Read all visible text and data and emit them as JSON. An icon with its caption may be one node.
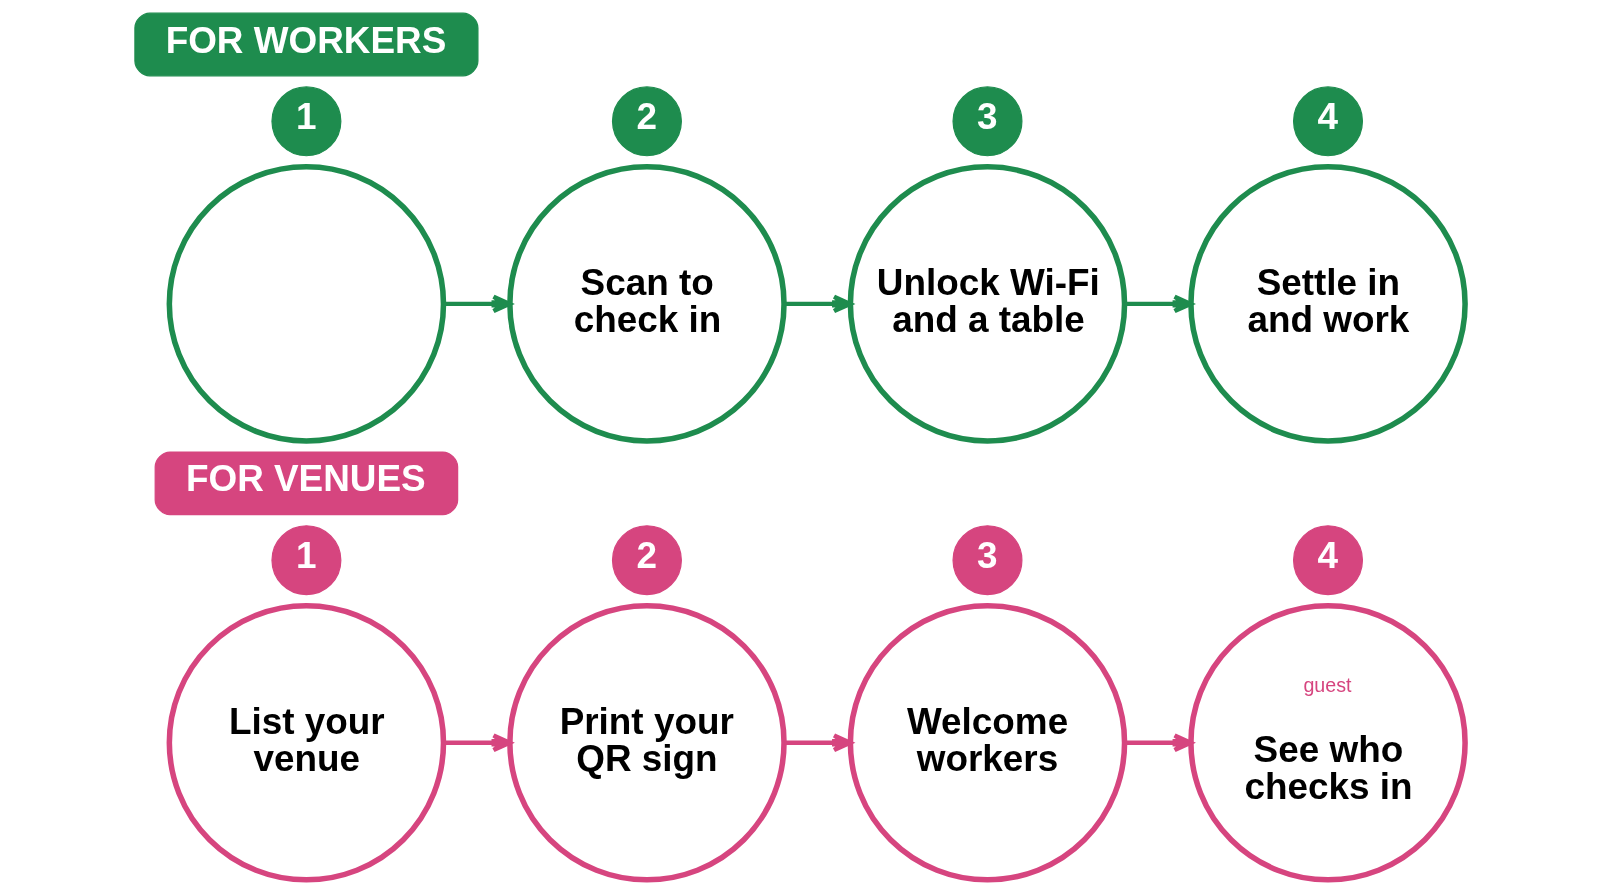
{
  "diagram": {
    "nodes": [
      {
        "text": [
          "FOR WORKERS"
        ]
      },
      {
        "text": [
          "1"
        ]
      },
      {
        "text": [],
        "shape": "circle"
      },
      {
        "text": [
          "2"
        ]
      },
      {
        "text": [
          "Scan to check in"
        ]
      },
      {
        "text": [
          "3"
        ]
      },
      {
        "text": [
          "Unlock Wi-Fi and a table"
        ]
      },
      {
        "text": [
          "4"
        ]
      },
      {
        "text": [
          "Settle in and work"
        ]
      },
      {
        "text": [
          "FOR VENUES"
        ]
      },
      {
        "text": [
          "1"
        ]
      },
      {
        "text": [
          "List your venue"
        ]
      },
      {
        "text": [
          "2"
        ]
      },
      {
        "text": [
          "Print your QR sign"
        ]
      },
      {
        "text": [
          "3"
        ]
      },
      {
        "text": [
          "Welcome workers"
        ]
      },
      {
        "text": [
          "4"
        ]
      },
      {
        "text": [
          "guest",
          "See who checks in"
        ]
      }
    ],
    "edges": [
      {
        "from": 2,
        "to": 4,
        "arrow": "to",
        "color": "#1e8c4e"
      },
      {
        "from": 4,
        "to": 6,
        "arrow": "to",
        "color": "#1e8c4e"
      },
      {
        "from": 6,
        "to": 8,
        "arrow": "to",
        "color": "#1e8c4e"
      },
      {
        "from": 11,
        "to": 13,
        "arrow": "to",
        "color": "#d6457f"
      },
      {
        "from": 13,
        "to": 15,
        "arrow": "to",
        "color": "#d6457f"
      },
      {
        "from": 15,
        "to": 17,
        "arrow": "to",
        "color": "#d6457f"
      }
    ]
  }
}
